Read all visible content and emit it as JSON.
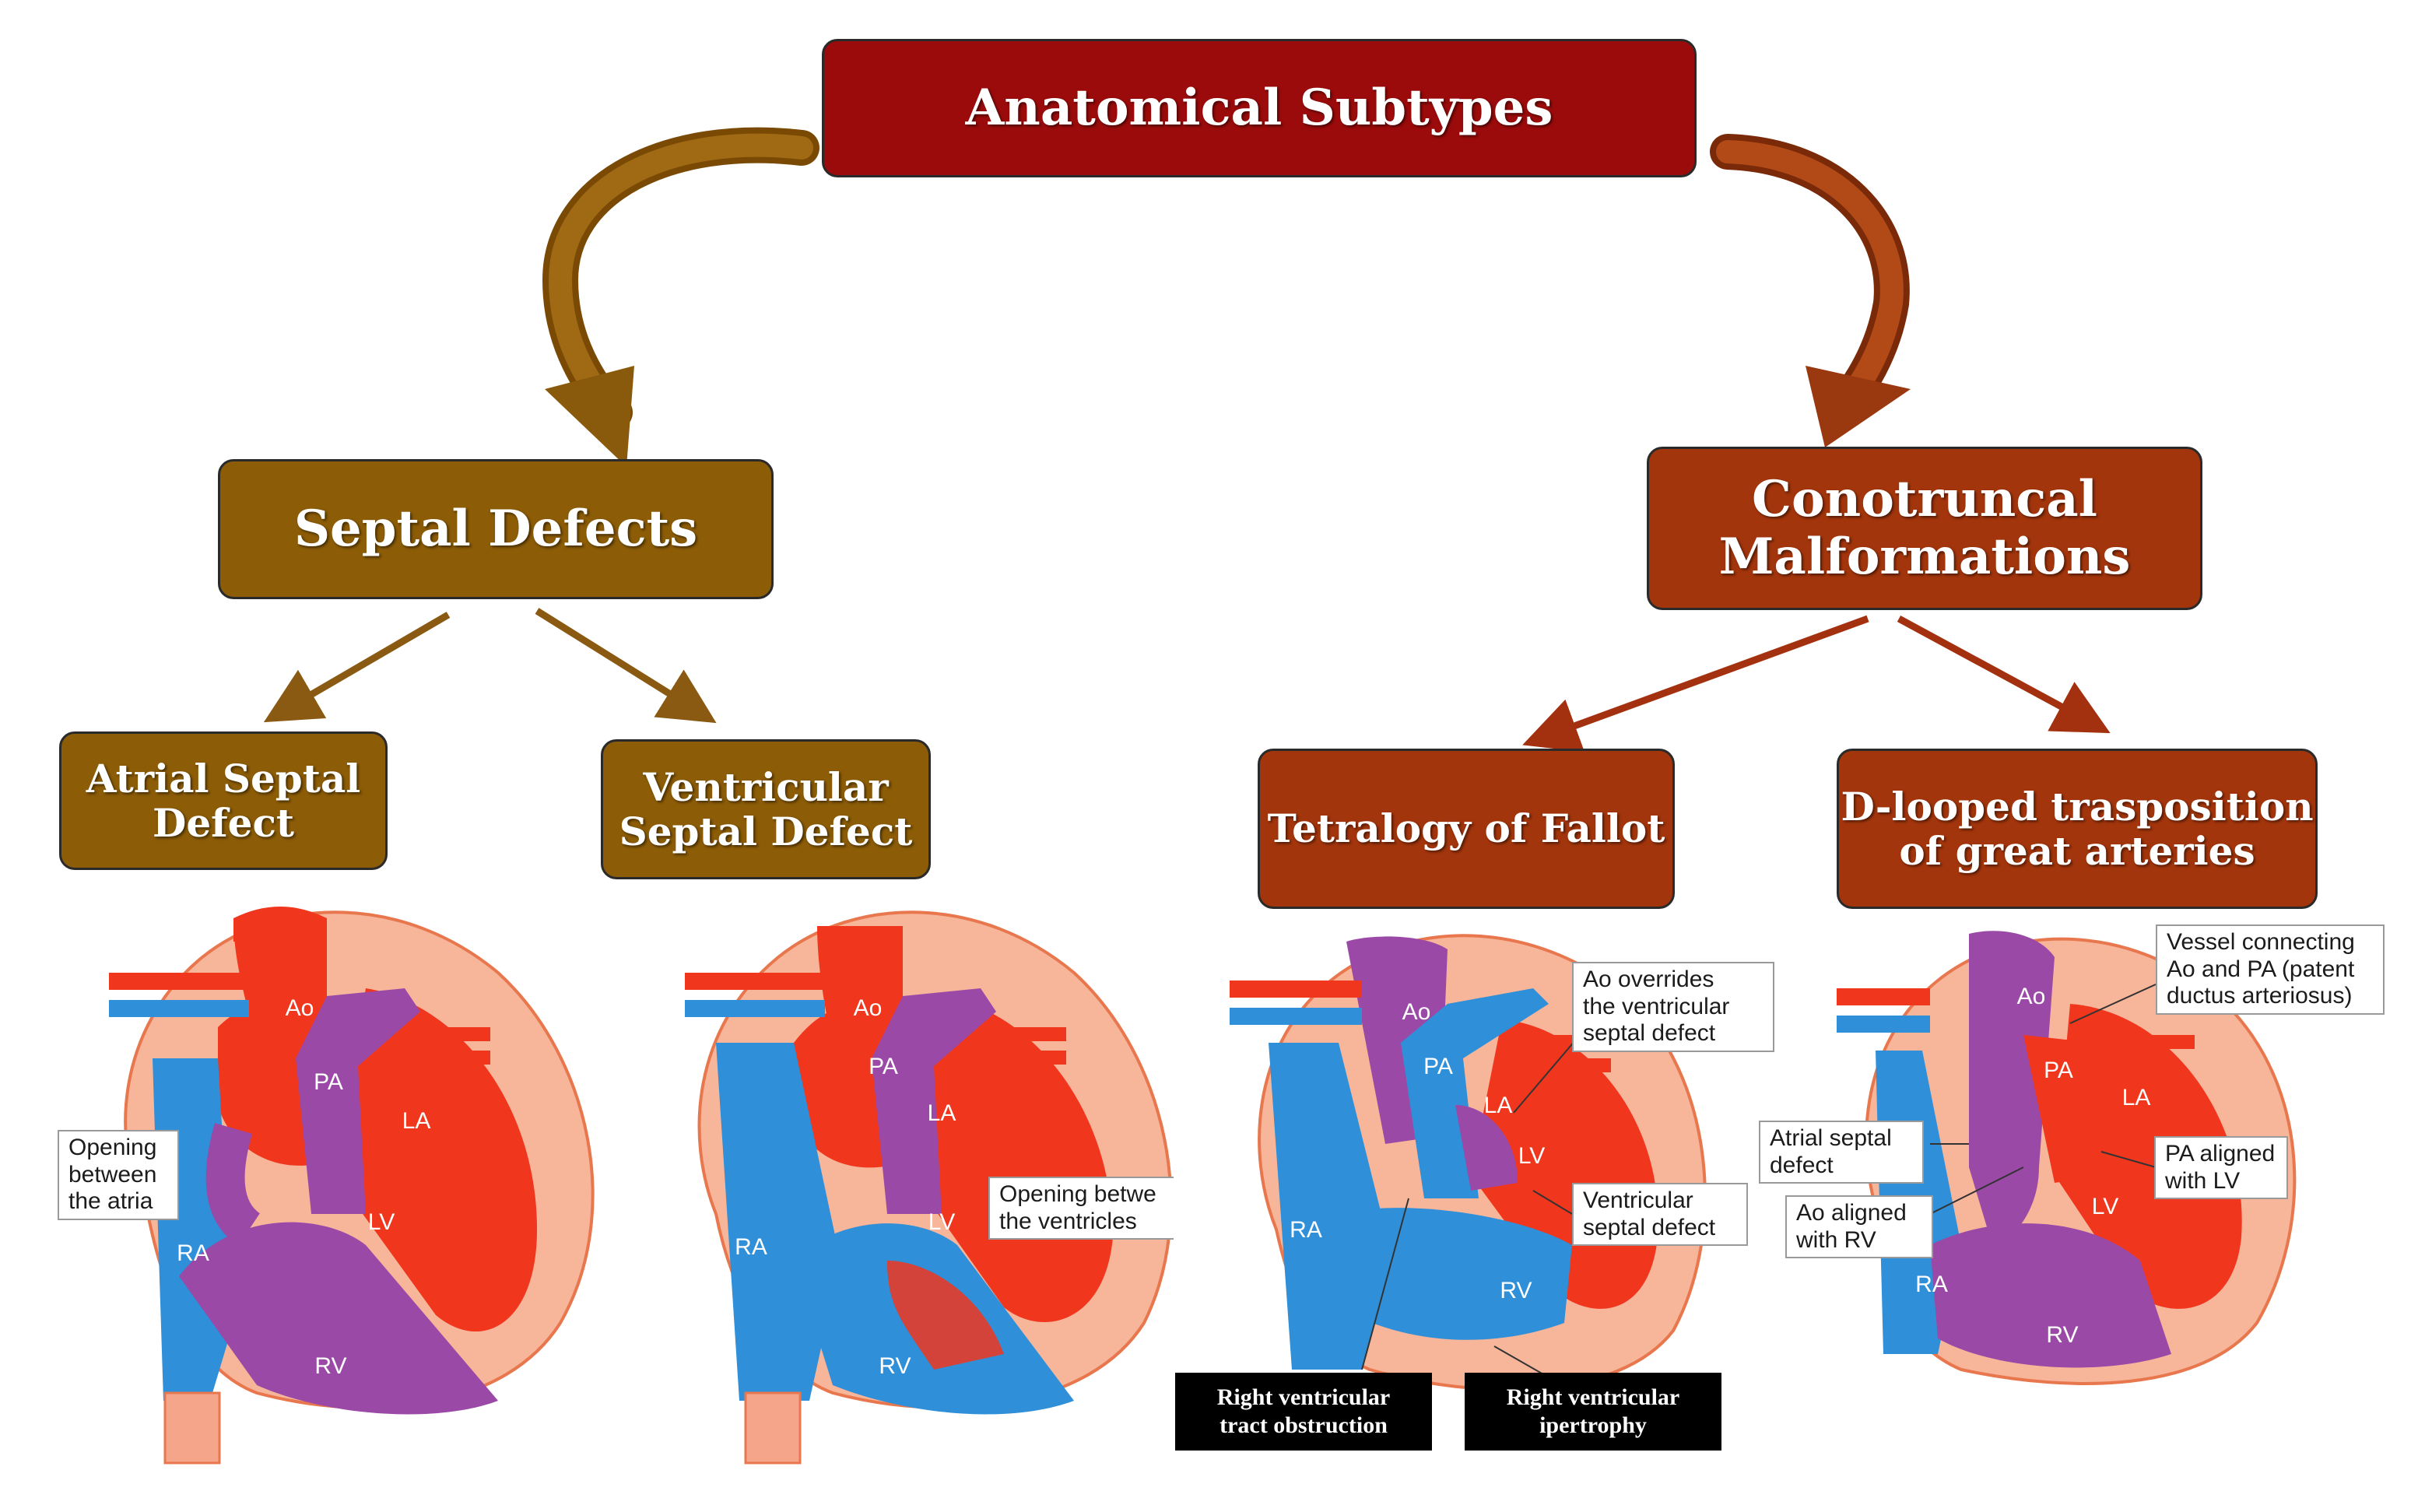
{
  "title": "Anatomical Subtypes",
  "categories": {
    "septal": "Septal Defects",
    "conotruncal": "Conotruncal\nMalformations"
  },
  "subtypes": {
    "asd": "Atrial Septal\nDefect",
    "vsd": "Ventricular\nSeptal Defect",
    "tof": "Tetralogy of Fallot",
    "dtga": "D-looped trasposition\nof great arteries"
  },
  "heart_labels": {
    "asd": {
      "ao": "Ao",
      "pa": "PA",
      "la": "LA",
      "lv": "LV",
      "ra": "RA",
      "rv": "RV"
    },
    "vsd": {
      "ao": "Ao",
      "pa": "PA",
      "la": "LA",
      "lv": "LV",
      "ra": "RA",
      "rv": "RV"
    },
    "tof": {
      "ao": "Ao",
      "pa": "PA",
      "la": "LA",
      "lv": "LV",
      "ra": "RA",
      "rv": "RV"
    },
    "dtga": {
      "ao": "Ao",
      "pa": "PA",
      "la": "LA",
      "lv": "LV",
      "ra": "RA",
      "rv": "RV"
    }
  },
  "callouts": {
    "asd_opening": "Opening\nbetween\nthe atria",
    "vsd_opening": "Opening betwe\nthe ventricles",
    "tof_override": "Ao overrides\nthe ventricular\nseptal defect",
    "tof_vsd": "Ventricular\nseptal defect",
    "tof_rvot": "Right ventricular\ntract obstruction",
    "tof_rvh": "Right ventricular\nipertrophy",
    "dtga_vessel": "Vessel connecting\nAo and PA (patent\nductus arteriosus)",
    "dtga_asd": "Atrial septal\ndefect",
    "dtga_ao": "Ao aligned\nwith RV",
    "dtga_pa": "PA aligned\nwith LV"
  },
  "colors": {
    "root": "#9b0b0b",
    "septal": "#8c5c07",
    "conotruncal": "#a3350c",
    "oxygenated": "#f03a1e",
    "deoxygenated": "#2f8fd8",
    "mixed": "#9a4aa6",
    "myocardium": "#f7b59a"
  }
}
